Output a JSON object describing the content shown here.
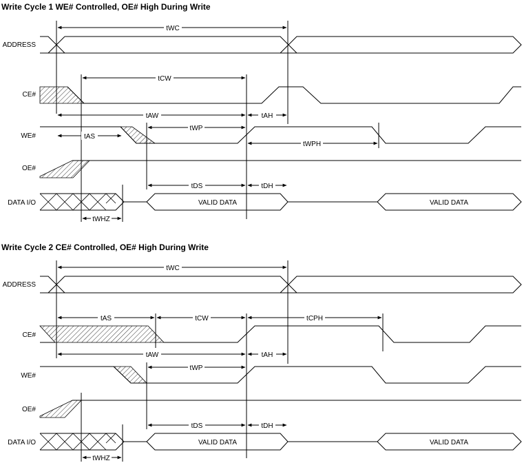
{
  "diagram1": {
    "title": "Write Cycle 1 WE# Controlled, OE# High During Write",
    "signals": {
      "address": "ADDRESS",
      "ce": "CE#",
      "we": "WE#",
      "oe": "OE#",
      "data": "DATA I/O"
    },
    "timings": {
      "twc": "tWC",
      "tcw": "tCW",
      "taw": "tAW",
      "tah": "tAH",
      "tas": "tAS",
      "twp": "tWP",
      "twph": "tWPH",
      "tds": "tDS",
      "tdh": "tDH",
      "twhz": "tWHZ"
    },
    "data_labels": {
      "valid1": "VALID DATA",
      "valid2": "VALID DATA"
    }
  },
  "diagram2": {
    "title": "Write Cycle 2 CE# Controlled, OE# High During Write",
    "signals": {
      "address": "ADDRESS",
      "ce": "CE#",
      "we": "WE#",
      "oe": "OE#",
      "data": "DATA I/O"
    },
    "timings": {
      "twc": "tWC",
      "tas": "tAS",
      "tcw": "tCW",
      "tcph": "tCPH",
      "taw": "tAW",
      "tah": "tAH",
      "twp": "tWP",
      "tds": "tDS",
      "tdh": "tDH",
      "twhz": "tWHZ"
    },
    "data_labels": {
      "valid1": "VALID DATA",
      "valid2": "VALID DATA"
    }
  }
}
